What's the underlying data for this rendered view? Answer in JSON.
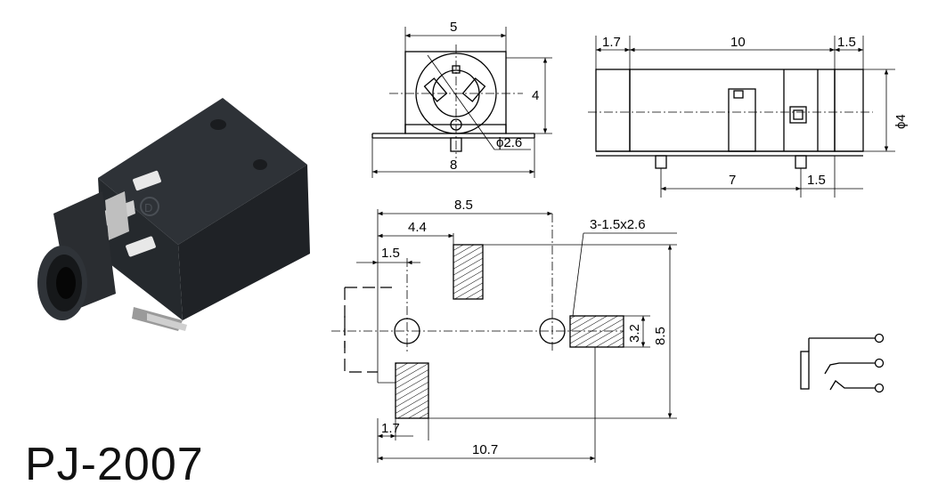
{
  "title": "PJ-2007",
  "front_view": {
    "width_top": "5",
    "height": "4",
    "width_bottom": "8",
    "hole_diameter": "ϕ2.6"
  },
  "side_view": {
    "left_offset": "1.7",
    "body_length": "10",
    "right_offset": "1.5",
    "diameter": "ϕ4",
    "pin_spacing": "7",
    "pin_offset": "1.5"
  },
  "footprint": {
    "overall_width": "8.5",
    "pad_offset": "4.4",
    "hole_offset": "1.5",
    "slot_spec": "3-1.5x2.6",
    "pad_height": "3.2",
    "overall_height": "8.5",
    "bottom_offset": "1.7",
    "overall_length": "10.7"
  },
  "part_logo_mark": "D"
}
